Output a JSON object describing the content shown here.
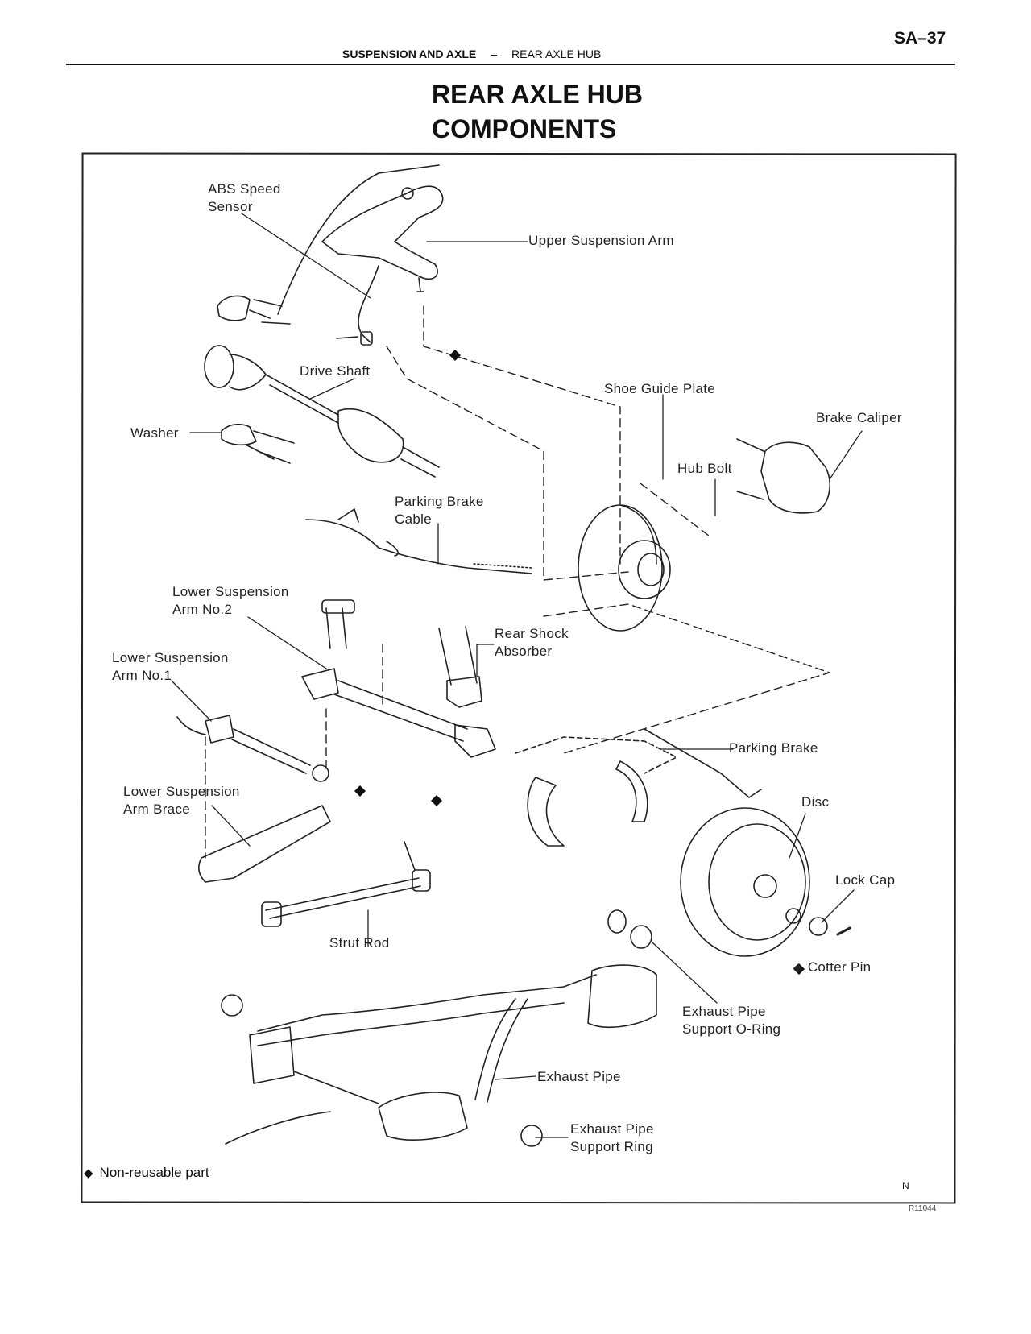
{
  "header": {
    "page_number": "SA–37",
    "section": "SUSPENSION AND AXLE",
    "separator": "–",
    "subsection": "REAR AXLE HUB"
  },
  "title": {
    "line1": "REAR AXLE HUB",
    "line2": "COMPONENTS"
  },
  "diagram": {
    "labels": {
      "abs_speed_sensor": [
        "ABS Speed",
        "Sensor"
      ],
      "upper_suspension_arm": "Upper Suspension Arm",
      "drive_shaft": "Drive Shaft",
      "washer": "Washer",
      "shoe_guide_plate": "Shoe Guide Plate",
      "brake_caliper": "Brake Caliper",
      "hub_bolt": "Hub Bolt",
      "parking_brake_cable": [
        "Parking Brake",
        "Cable"
      ],
      "lower_suspension_arm_no2": [
        "Lower Suspension",
        "Arm No.2"
      ],
      "rear_shock_absorber": [
        "Rear Shock",
        "Absorber"
      ],
      "lower_suspension_arm_no1": [
        "Lower Suspension",
        "Arm No.1"
      ],
      "parking_brake": "Parking Brake",
      "lower_suspension_arm_brace": [
        "Lower Suspension",
        "Arm Brace"
      ],
      "disc": "Disc",
      "lock_cap": "Lock Cap",
      "cotter_pin": "Cotter Pin",
      "strut_rod": "Strut Rod",
      "exhaust_pipe_support_o_ring": [
        "Exhaust Pipe",
        "Support O-Ring"
      ],
      "exhaust_pipe": "Exhaust Pipe",
      "exhaust_pipe_support_ring": [
        "Exhaust Pipe",
        "Support Ring"
      ]
    },
    "non_reusable_symbol": "◆",
    "legend_text": "Non-reusable part",
    "north_mark": "N",
    "figure_code": "R11044"
  }
}
